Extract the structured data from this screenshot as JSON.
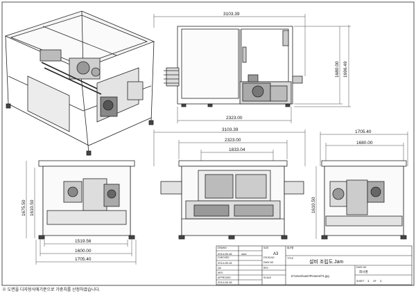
{
  "dimensions": {
    "top_width": "3103.39",
    "top_height_outer": "1696.49",
    "top_height_inner": "1680.00",
    "top_base": "2323.00",
    "front_width": "3103.39",
    "front_inner": "2323.00",
    "front_mid": "1833.04",
    "side_width": "1705.40",
    "side_inner": "1680.00",
    "side_height": "1610.50",
    "left_height_outer": "1675.50",
    "left_height_inner": "1610.50",
    "left_w1": "1519.56",
    "left_w2": "1600.00",
    "left_w3": "1705.40"
  },
  "title_block": {
    "drawn_label": "DRAWN",
    "drawn_date": "2014-08-18",
    "drawn_user": "user",
    "checked_label": "CHECKED",
    "checked_date": "2014-08-18",
    "qa_label": "QA",
    "mfg_label": "MFG",
    "approved_label": "APPROVED",
    "approved_date": "2014-08-18",
    "size_label": "SIZE",
    "size_value": "A3",
    "fscm_label": "FSCM NO",
    "dwg_label": "DWG NO",
    "rev_label": "REV",
    "scale_label": "SCALE",
    "company_label": "회사명",
    "company_value": "회사명",
    "title_label": "TITLE",
    "title_value": "설비 조립도.Jam",
    "filepath": "D:\\Users\\user\\Pictures\\T1.jpg",
    "sheet_label": "SHEET",
    "sheet_value": "1",
    "of_label": "OF",
    "of_value": "1"
  },
  "footnote": "※ 도면을 디자형식에기준으로 가중치를 산정하였습니다."
}
